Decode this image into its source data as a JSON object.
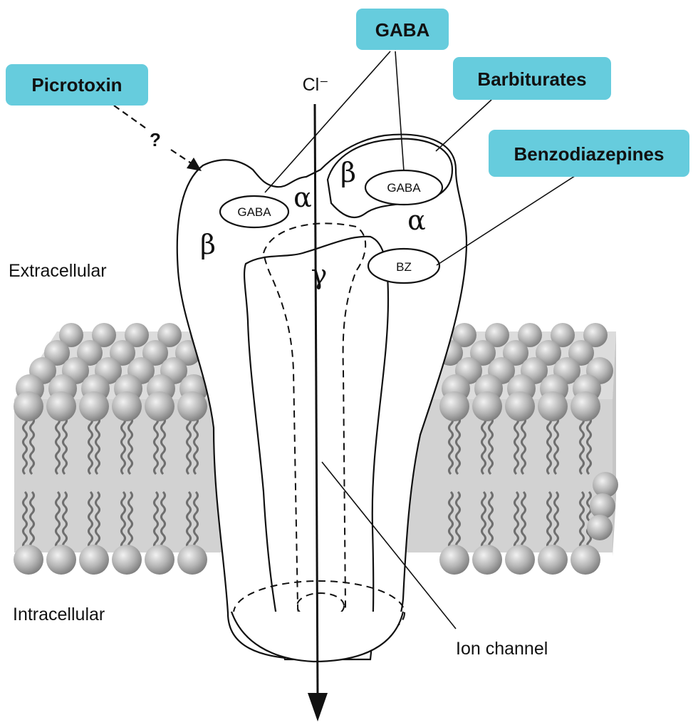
{
  "colors": {
    "callout": "#66ccdd",
    "lipid_head": "#b8b8b8",
    "lipid_tail": "#6f6f6f",
    "membrane_core": "#cfcfcf"
  },
  "callouts": {
    "gaba": "GABA",
    "picrotoxin": "Picrotoxin",
    "barbiturates": "Barbiturates",
    "benzodiazepines": "Benzodiazepines"
  },
  "picrotoxin_question": "?",
  "ion_label": "Cl⁻",
  "regions": {
    "extracellular": "Extracellular",
    "intracellular": "Intracellular"
  },
  "subunits": {
    "beta_left": "β",
    "alpha_left": "α",
    "beta_top": "β",
    "alpha_right": "α",
    "gamma": "γ"
  },
  "binding_sites": {
    "gaba_left": "GABA",
    "gaba_right": "GABA",
    "bz": "BZ"
  },
  "ion_channel_label": "Ion channel"
}
